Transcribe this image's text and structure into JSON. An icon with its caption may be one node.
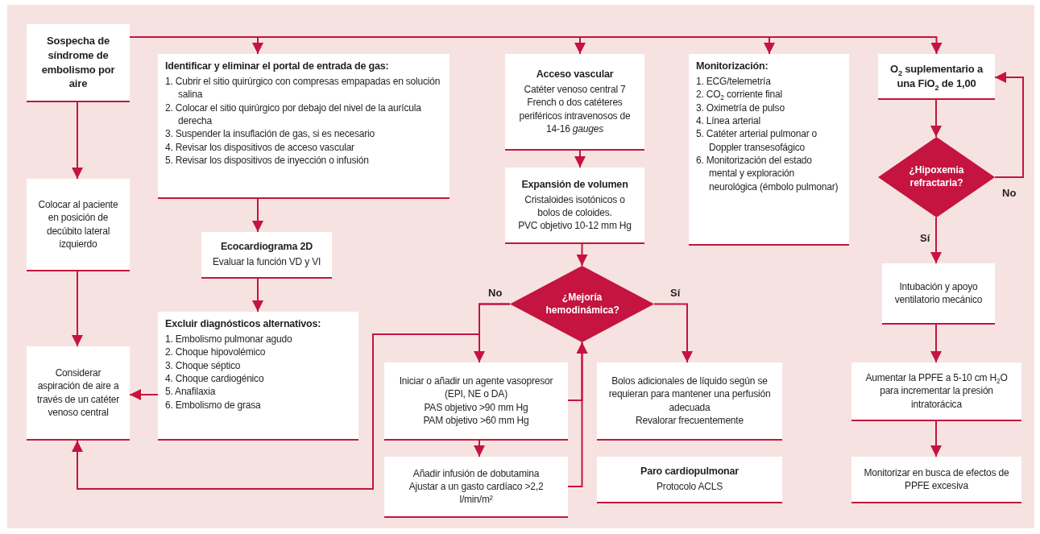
{
  "diagram": {
    "nodes": [
      {
        "text": [
          "Sospecha de síndrome de embolismo por aire"
        ]
      },
      {
        "text": [
          "Identificar y eliminar el portal de entrada de gas:",
          "1. Cubrir el sitio quirúrgico con compresas empapadas en solución salina",
          "2. Colocar el sitio quirúrgico por debajo del nivel de la aurícula derecha",
          "3. Suspender la insuflación de gas, si es necesario",
          "4. Revisar los dispositivos de acceso vascular",
          "5. Revisar los dispositivos de inyección o infusión"
        ]
      },
      {
        "text": [
          "Acceso vascular",
          "Catéter venoso central 7 French o dos catéteres periféricos intravenosos de 14-16 *gauges*"
        ]
      },
      {
        "text": [
          "Monitorización:",
          "1. ECG/telemetría",
          "2. CO$_{2}$ corriente final",
          "3. Oximetría de pulso",
          "4. Línea arterial",
          "5. Catéter arterial pulmonar o Doppler transesofágico",
          "6. Monitorización del estado mental y exploración neurológica (émbolo pulmonar)"
        ]
      },
      {
        "text": [
          "O$_{2}$ suplementario a una FiO$_{2}$ de 1,00"
        ]
      },
      {
        "text": [
          "¿Hipoxemia refractaria?"
        ]
      },
      {
        "text": [
          "Colocar al paciente en posición de decúbito lateral izquierdo"
        ]
      },
      {
        "text": [
          "Ecocardiograma 2D",
          "Evaluar la función VD y VI"
        ]
      },
      {
        "text": [
          "Expansión de volumen",
          "Cristaloides isotónicos o bolos de coloides.",
          "PVC objetivo 10-12 mm Hg"
        ]
      },
      {
        "text": [
          "¿Mejoría hemodinámica?"
        ]
      },
      {
        "text": [
          "Intubación y apoyo ventilatorio mecánico"
        ]
      },
      {
        "text": [
          "Considerar aspiración de aire a través de un catéter venoso central"
        ]
      },
      {
        "text": [
          "Excluir diagnósticos alternativos:",
          "1. Embolismo pulmonar agudo",
          "2. Choque hipovolémico",
          "3. Choque séptico",
          "4. Choque cardiogénico",
          "5. Anafilaxia",
          "6. Embolismo de grasa"
        ]
      },
      {
        "text": [
          "Iniciar o añadir un agente vasopresor (EPI, NE o DA)",
          "PAS objetivo >90 mm Hg",
          "PAM objetivo >60 mm Hg"
        ]
      },
      {
        "text": [
          "Bolos adicionales de líquido según se requieran para mantener una perfusión adecuada",
          "Revalorar frecuentemente"
        ]
      },
      {
        "text": [
          "Aumentar la PPFE a 5-10 cm H$_{2}$O para incrementar la presión intratorácica"
        ]
      },
      {
        "text": [
          "Añadir infusión de dobutamina",
          "Ajustar a un gasto cardíaco >2,2 l/min/m²"
        ]
      },
      {
        "text": [
          "Paro cardiopulmonar",
          "Protocolo ACLS"
        ]
      },
      {
        "text": [
          "Monitorizar en busca de efectos de PPFE excesiva"
        ]
      }
    ],
    "edges": [
      {
        "from": 0,
        "to": 1,
        "arrow": "to"
      },
      {
        "from": 0,
        "to": 2,
        "arrow": "to"
      },
      {
        "from": 0,
        "to": 3,
        "arrow": "to"
      },
      {
        "from": 0,
        "to": 4,
        "arrow": "to"
      },
      {
        "from": 0,
        "to": 6,
        "arrow": "to"
      },
      {
        "from": 6,
        "to": 11,
        "arrow": "to"
      },
      {
        "from": 1,
        "to": 7,
        "arrow": "to"
      },
      {
        "from": 7,
        "to": 12,
        "arrow": "to"
      },
      {
        "from": 12,
        "to": 11,
        "arrow": "to"
      },
      {
        "from": 2,
        "to": 8,
        "arrow": "to"
      },
      {
        "from": 8,
        "to": 9,
        "arrow": "to"
      },
      {
        "from": 9,
        "to": 13,
        "arrow": "to",
        "label": "No"
      },
      {
        "from": 9,
        "to": 11,
        "arrow": "to"
      },
      {
        "from": 9,
        "to": 14,
        "arrow": "to",
        "label": "Sí"
      },
      {
        "from": 13,
        "to": 16,
        "arrow": "to"
      },
      {
        "from": 13,
        "to": 9,
        "arrow": "to"
      },
      {
        "from": 16,
        "to": 9,
        "arrow": "to"
      },
      {
        "from": 4,
        "to": 5,
        "arrow": "to"
      },
      {
        "from": 5,
        "to": 4,
        "arrow": "to",
        "label": "No"
      },
      {
        "from": 5,
        "to": 10,
        "arrow": "to",
        "label": "Sí"
      },
      {
        "from": 10,
        "to": 15,
        "arrow": "to"
      },
      {
        "from": 15,
        "to": 18,
        "arrow": "to"
      }
    ]
  }
}
